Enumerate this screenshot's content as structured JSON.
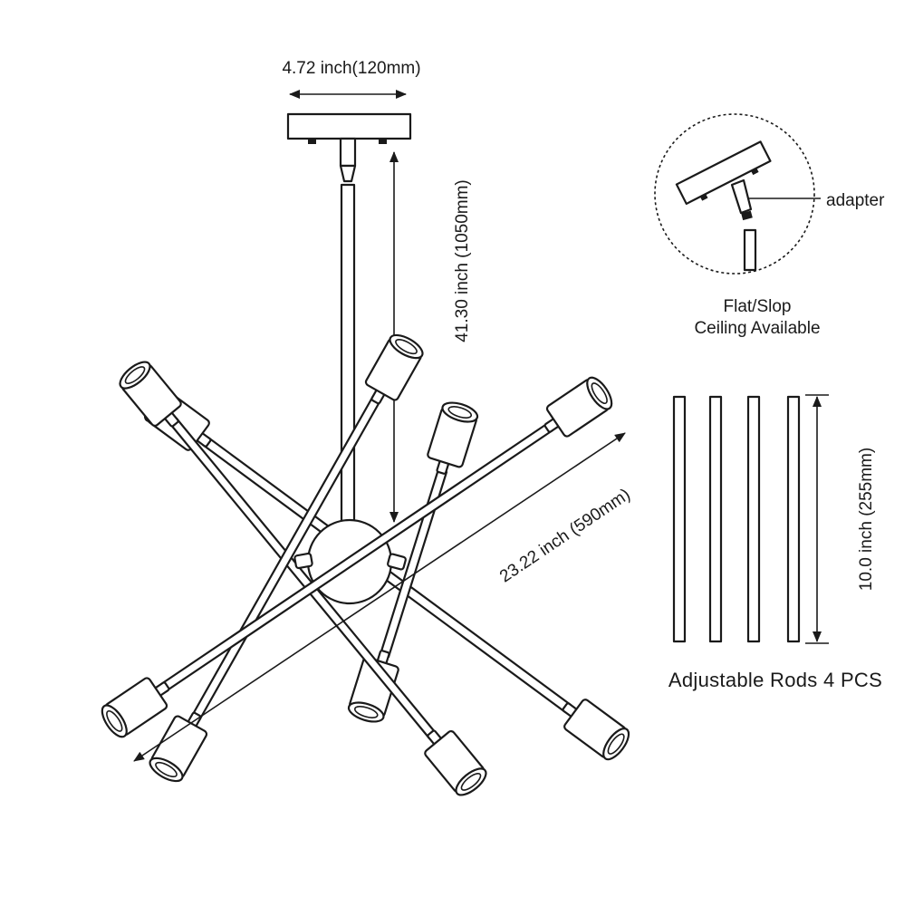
{
  "dimensions": {
    "canopy_width": "4.72 inch(120mm)",
    "drop_height": "41.30 inch (1050mm)",
    "span_width": "23.22 inch (590mm)",
    "rod_length": "10.0 inch (255mm)"
  },
  "detail": {
    "adapter_label": "adapter",
    "ceiling_line1": "Flat/Slop",
    "ceiling_line2": "Ceiling Available"
  },
  "rods": {
    "caption": "Adjustable Rods 4 PCS",
    "count": 4
  },
  "colors": {
    "line": "#1a1a1a",
    "background": "#ffffff"
  }
}
